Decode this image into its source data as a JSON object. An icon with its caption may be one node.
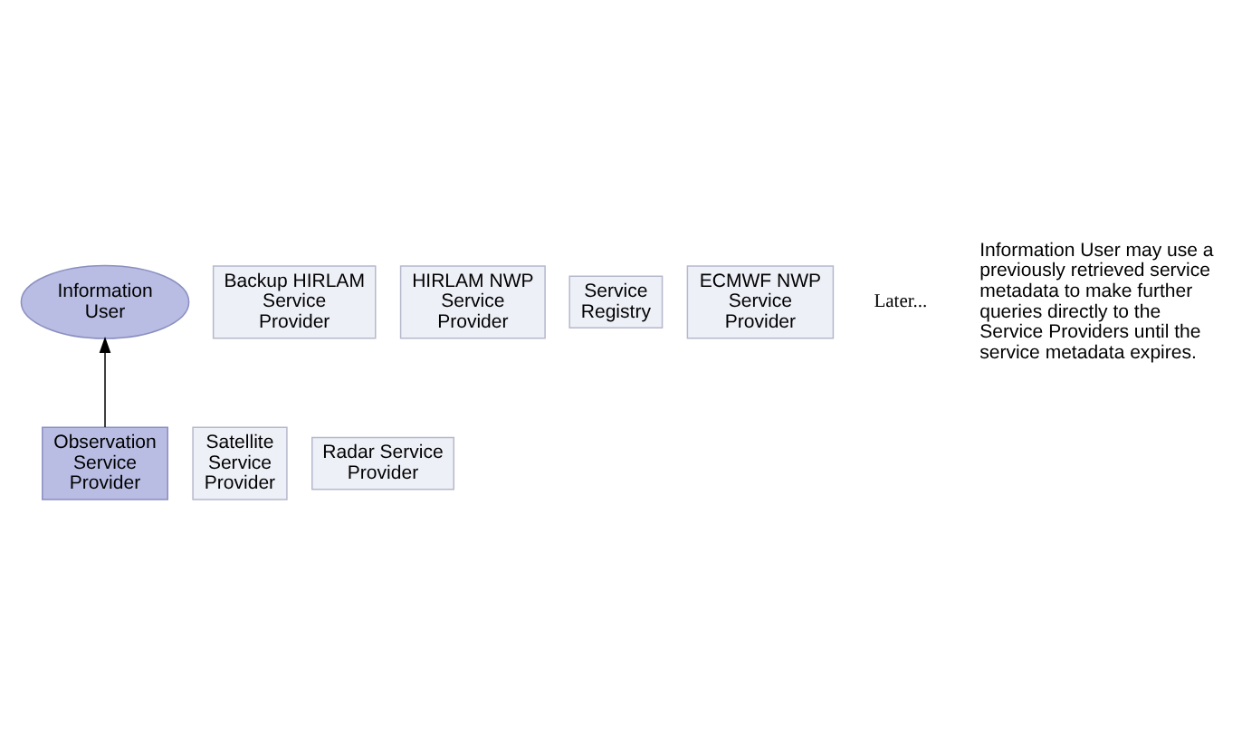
{
  "diagram": {
    "nodes": [
      {
        "text": [
          "Information User"
        ]
      },
      {
        "text": [
          "Backup HIRLAM Service Provider"
        ]
      },
      {
        "text": [
          "HIRLAM NWP Service Provider"
        ]
      },
      {
        "text": [
          "Service Registry"
        ]
      },
      {
        "text": [
          "ECMWF NWP Service Provider"
        ]
      },
      {
        "text": [
          "Observation Service Provider"
        ]
      },
      {
        "text": [
          "Satellite Service Provider"
        ]
      },
      {
        "text": [
          "Radar Service Provider"
        ]
      }
    ],
    "edges": [
      {
        "from": 5,
        "to": 0,
        "arrow": "to"
      }
    ],
    "labels": [
      "Later...",
      "Information User may use a previously retrieved service metadata to make further queries directly to the Service Providers until the service metadata expires."
    ]
  }
}
